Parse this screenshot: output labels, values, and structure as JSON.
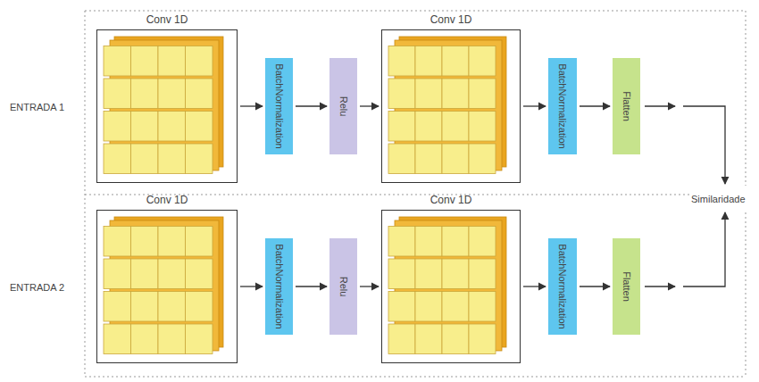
{
  "diagram": {
    "nodes": [
      {
        "text": [
          "Conv 1D"
        ]
      },
      {
        "text": [
          "BatchNormalization"
        ]
      },
      {
        "text": [
          "Relu"
        ]
      },
      {
        "text": [
          "Conv 1D"
        ]
      },
      {
        "text": [
          "BatchNormalization"
        ]
      },
      {
        "text": [
          "Flatten"
        ]
      },
      {
        "text": [
          "Conv 1D"
        ]
      },
      {
        "text": [
          "BatchNormalization"
        ]
      },
      {
        "text": [
          "Relu"
        ]
      },
      {
        "text": [
          "Conv 1D"
        ]
      },
      {
        "text": [
          "BatchNormalization"
        ]
      },
      {
        "text": [
          "Flatten"
        ]
      }
    ],
    "edges": [
      {
        "from": 0,
        "to": 1,
        "arrow": "to"
      },
      {
        "from": 1,
        "to": 2,
        "arrow": "to"
      },
      {
        "from": 2,
        "to": 3,
        "arrow": "to"
      },
      {
        "from": 3,
        "to": 4,
        "arrow": "to"
      },
      {
        "from": 4,
        "to": 5,
        "arrow": "to"
      },
      {
        "from": 6,
        "to": 7,
        "arrow": "to"
      },
      {
        "from": 7,
        "to": 8,
        "arrow": "to"
      },
      {
        "from": 8,
        "to": 9,
        "arrow": "to"
      },
      {
        "from": 9,
        "to": 10,
        "arrow": "to"
      },
      {
        "from": 10,
        "to": 11,
        "arrow": "to"
      }
    ],
    "labels": [
      "ENTRADA 1",
      "ENTRADA 2",
      "Similaridade"
    ]
  }
}
